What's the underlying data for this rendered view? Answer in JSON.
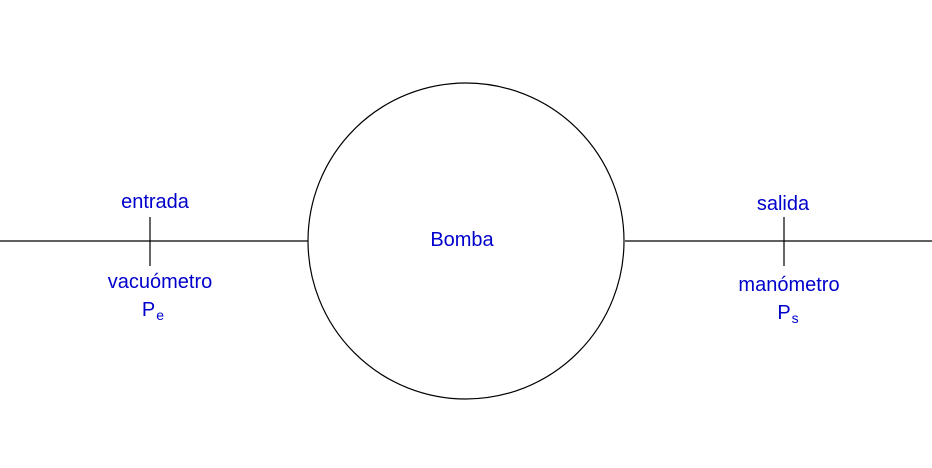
{
  "colors": {
    "line": "#000000",
    "label": "#0000cc",
    "background": "#ffffff"
  },
  "pump": {
    "label": "Bomba"
  },
  "inlet": {
    "label": "entrada",
    "gauge_label": "vacuómetro",
    "pressure_symbol": "P",
    "pressure_subscript": "e"
  },
  "outlet": {
    "label": "salida",
    "gauge_label": "manómetro",
    "pressure_symbol": "P",
    "pressure_subscript": "s"
  }
}
